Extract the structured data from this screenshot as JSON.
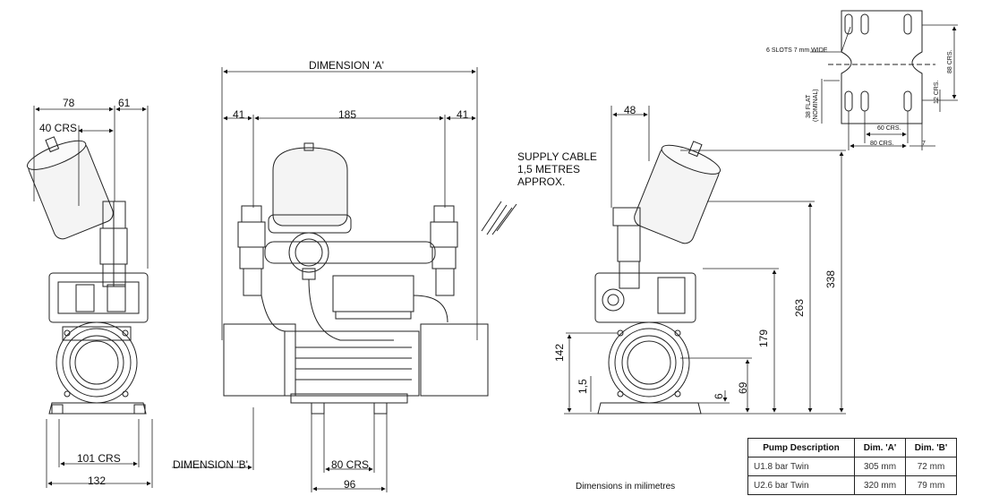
{
  "dimension_labels": {
    "dimension_a": "DIMENSION 'A'",
    "dimension_b": "DIMENSION 'B'",
    "supply_cable": [
      "SUPPLY CABLE",
      "1,5 METRES",
      "APPROX."
    ],
    "side_left": {
      "d78": "78",
      "d61": "61",
      "d40": "40 CRS",
      "d101": "101 CRS",
      "d132": "132"
    },
    "front": {
      "d41_left": "41",
      "d185": "185",
      "d41_right": "41",
      "d80": "80 CRS",
      "d96": "96"
    },
    "side_right": {
      "d48": "48",
      "d338": "338",
      "d263": "263",
      "d179": "179",
      "d142": "142",
      "d15": "1,5",
      "d69": "69",
      "d6": "6"
    },
    "plan": {
      "slots": "6 SLOTS 7 mm WIDE",
      "d88": "88 CRS.",
      "d12": "12 CRS.",
      "d38": "38 FLAT",
      "d38b": "(NOMINAL)",
      "d60": "60 CRS.",
      "d80": "80 CRS.",
      "d7": "7"
    }
  },
  "table": {
    "headers": [
      "Pump Description",
      "Dim. 'A'",
      "Dim. 'B'"
    ],
    "rows": [
      [
        "U1.8 bar Twin",
        "305 mm",
        "72 mm"
      ],
      [
        "U2.6 bar Twin",
        "320 mm",
        "79 mm"
      ]
    ]
  },
  "note": "Dimensions in milimetres"
}
